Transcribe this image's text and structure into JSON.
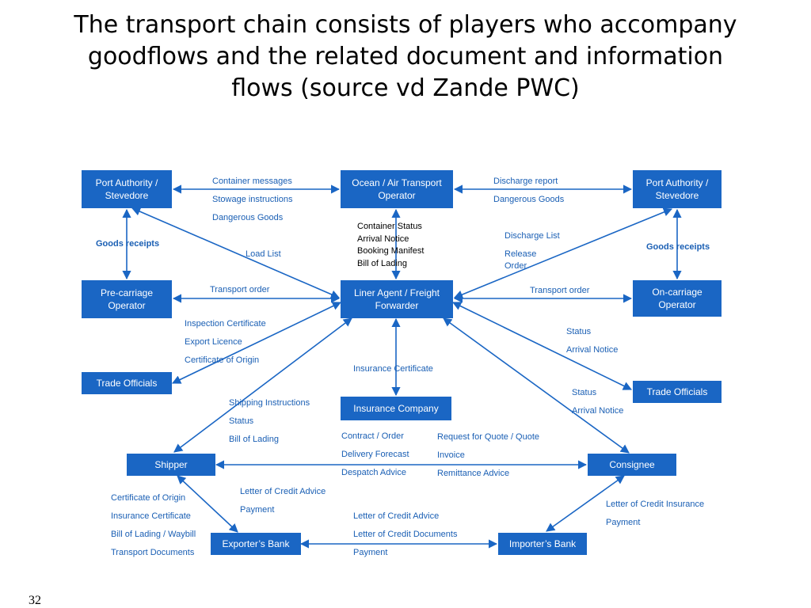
{
  "title": {
    "line1": "The transport chain consists of players who accompany",
    "line2": "goodflows and the related document and information",
    "line3": "flows (source vd Zande PWC)"
  },
  "nodes": {
    "port_authority_left": {
      "line1": "Port Authority /",
      "line2": "Stevedore"
    },
    "ocean_air": {
      "line1": "Ocean / Air Transport",
      "line2": "Operator"
    },
    "port_authority_right": {
      "line1": "Port Authority /",
      "line2": "Stevedore"
    },
    "pre_carriage": {
      "line1": "Pre-carriage",
      "line2": "Operator"
    },
    "liner_agent": {
      "line1": "Liner Agent / Freight",
      "line2": "Forwarder"
    },
    "on_carriage": {
      "line1": "On-carriage",
      "line2": "Operator"
    },
    "trade_officials_left": "Trade Officials",
    "trade_officials_right": "Trade Officials",
    "insurance_company": "Insurance Company",
    "shipper": "Shipper",
    "consignee": "Consignee",
    "exporters_bank": "Exporter’s Bank",
    "importers_bank": "Importer’s Bank"
  },
  "labels": {
    "pa_ocean": [
      "Container messages",
      "Stowage instructions",
      "Dangerous Goods"
    ],
    "ocean_pa_right": [
      "Discharge report",
      "Dangerous Goods"
    ],
    "ocean_liner": [
      "Container Status",
      "Arrival Notice",
      "Booking Manifest",
      "Bill of Lading"
    ],
    "goods_receipts_left": "Goods receipts",
    "goods_receipts_right": "Goods receipts",
    "load_list": "Load  List",
    "discharge_list": "Discharge List",
    "release_order": [
      "Release",
      "Order"
    ],
    "transport_order_left": "Transport order",
    "transport_order_right": "Transport order",
    "trade_left": [
      "Inspection Certificate",
      "Export Licence",
      "Certificate of Origin"
    ],
    "status_right_upper": [
      "Status",
      "Arrival Notice"
    ],
    "insurance_certificate": "Insurance Certificate",
    "status_right_lower": [
      "Status",
      "Arrival Notice"
    ],
    "shipping": [
      "Shipping Instructions",
      "Status",
      "Bill of Lading"
    ],
    "contract": [
      "Contract / Order",
      "Delivery Forecast",
      "Despatch Advice"
    ],
    "request": [
      "Request for Quote / Quote",
      "Invoice",
      "Remittance Advice"
    ],
    "shipper_bank_docs": [
      "Certificate of Origin",
      "Insurance Certificate",
      "Bill of Lading / Waybill",
      "Transport Documents"
    ],
    "loc_advice_left": [
      "Letter of Credit Advice",
      "Payment"
    ],
    "bank_to_bank": [
      "Letter of Credit Advice",
      "Letter of Credit Documents",
      "Payment"
    ],
    "loc_insurance": [
      "Letter of Credit Insurance",
      "Payment"
    ]
  },
  "page_number": "32",
  "colors": {
    "box": "#1a66c4",
    "line": "#1a66c4",
    "label": "#1a5fb4"
  }
}
